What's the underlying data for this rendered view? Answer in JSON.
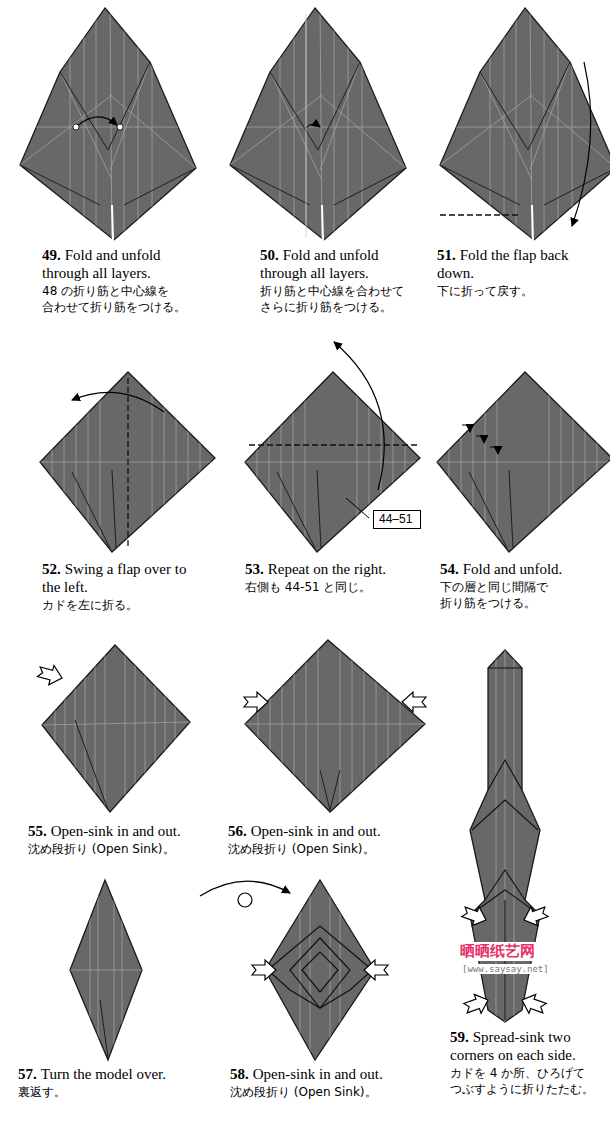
{
  "diagram": {
    "nodes": [
      {
        "text": [
          "44–51"
        ]
      }
    ],
    "labels": [
      "49.",
      "Fold and unfold through all layers.",
      "48 の折り筋と中心線を 合わせて折り筋をつける。",
      "50.",
      "Fold and unfold through all layers.",
      "折り筋と中心線を合わせて さらに折り筋をつける。",
      "51.",
      "Fold the flap back down.",
      "下に折って戻す。",
      "52.",
      "Swing a flap over to the left.",
      "カドを左に折る。",
      "53.",
      "Repeat on the right.",
      "右側も 44-51 と同じ。",
      "54.",
      "Fold and unfold.",
      "下の層と同じ間隔で 折り筋をつける。",
      "55.",
      "Open-sink in and out.",
      "沈め段折り (Open Sink)。",
      "56.",
      "Open-sink in and out.",
      "沈め段折り (Open Sink)。",
      "57.",
      "Turn the model over.",
      "裏返す。",
      "58.",
      "Open-sink in and out.",
      "沈め段折り (Open Sink)。",
      "59.",
      "Spread-sink two corners on each side.",
      "カドを 4 か所、ひろげて つぶすように折りたたむ。",
      "晒晒纸艺网",
      "[www.saysay.net]"
    ]
  }
}
